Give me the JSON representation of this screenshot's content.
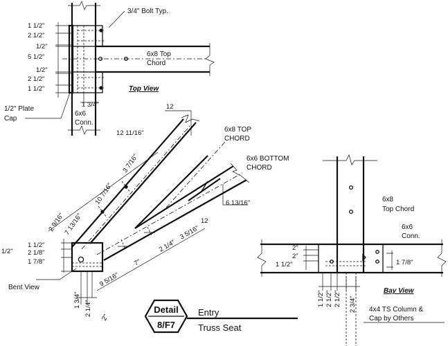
{
  "top_view": {
    "title": "Top View",
    "bolt_note": "3/4\" Bolt Typ.",
    "chord_label_1": "6x8 Top",
    "chord_label_2": "Chord",
    "plate_label_1": "1/2\" Plate",
    "plate_label_2": "Cap",
    "conn_label_1": "6x6",
    "conn_label_2": "Conn.",
    "dims_left": [
      "1 1/2\"",
      "2 1/2\"",
      "1/2\"",
      "5 1/2\"",
      "1/2\"",
      "2 1/2\"",
      "1 1/2\""
    ],
    "dim_bottom": "1 3/4\""
  },
  "bent_view": {
    "title": "Bent View",
    "top_chord_label_1": "6x8 TOP",
    "top_chord_label_2": "CHORD",
    "bottom_chord_label_1": "6x6 BOTTOM",
    "bottom_chord_label_2": "CHORD",
    "slope_run_top": "12",
    "slope_rise_top": "12 11/16\"",
    "slope_run_bottom": "12",
    "slope_rise_bottom": "6 13/16\"",
    "dims_upper": [
      "2 9/16\"",
      "7 13/16\"",
      "10 7/16\"",
      "3 7/16\""
    ],
    "dims_left": [
      "1/2\"",
      "1 1/2\"",
      "2 1/8\"",
      "1 7/8\""
    ],
    "dims_lower": [
      "9 5/16\"",
      "7\"",
      "2 1/4\"",
      "3 5/16\""
    ],
    "dims_bottom": [
      "1 3/4\"",
      "2 1/4\"",
      "2\""
    ]
  },
  "bay_view": {
    "title": "Bay View",
    "chord_label_1": "6x8",
    "chord_label_2": "Top Chord",
    "conn_label_1": "6x6",
    "conn_label_2": "Conn.",
    "column_label_1": "4x4 TS Column &",
    "column_label_2": "Cap by Others",
    "dims_left": [
      "2\"",
      "2\"",
      "1 1/2\""
    ],
    "dim_right": "1 7/8\"",
    "dims_bottom": [
      "1 1/2\"",
      "2 1/2\"",
      "2 1/2\"",
      "2 3/4\""
    ]
  },
  "title_block": {
    "detail_line_1": "Detail",
    "detail_line_2": "8/F7",
    "title_line_1": "Entry",
    "title_line_2": "Truss Seat"
  }
}
